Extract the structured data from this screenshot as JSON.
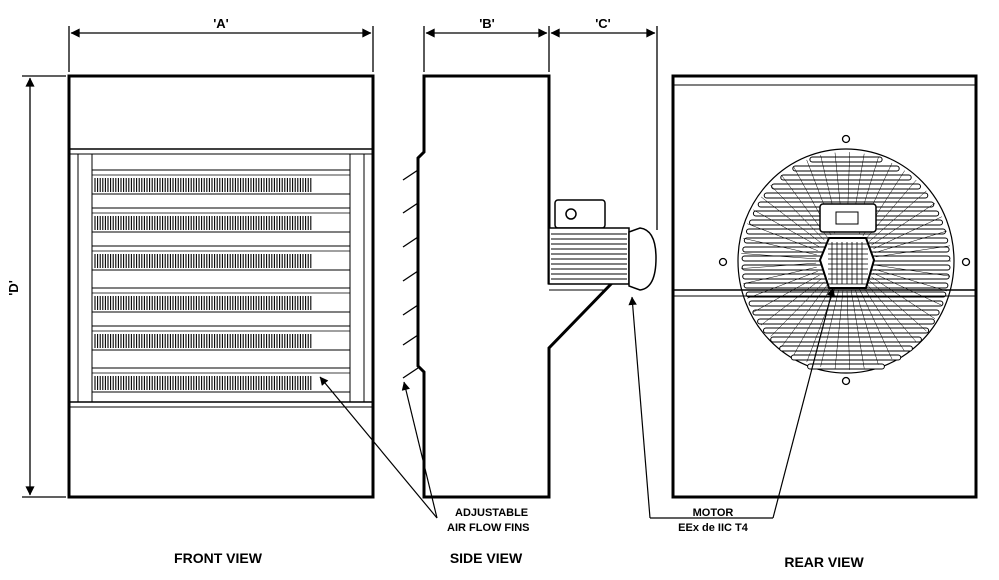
{
  "dimensions": {
    "a": "'A'",
    "b": "'B'",
    "c": "'C'",
    "d": "'D'"
  },
  "views": {
    "front": "FRONT VIEW",
    "side": "SIDE VIEW",
    "rear": "REAR VIEW"
  },
  "callouts": {
    "fins_line1": "ADJUSTABLE",
    "fins_line2": "AIR FLOW FINS",
    "motor_line1": "MOTOR",
    "motor_line2": "EEx de IIC T4"
  }
}
